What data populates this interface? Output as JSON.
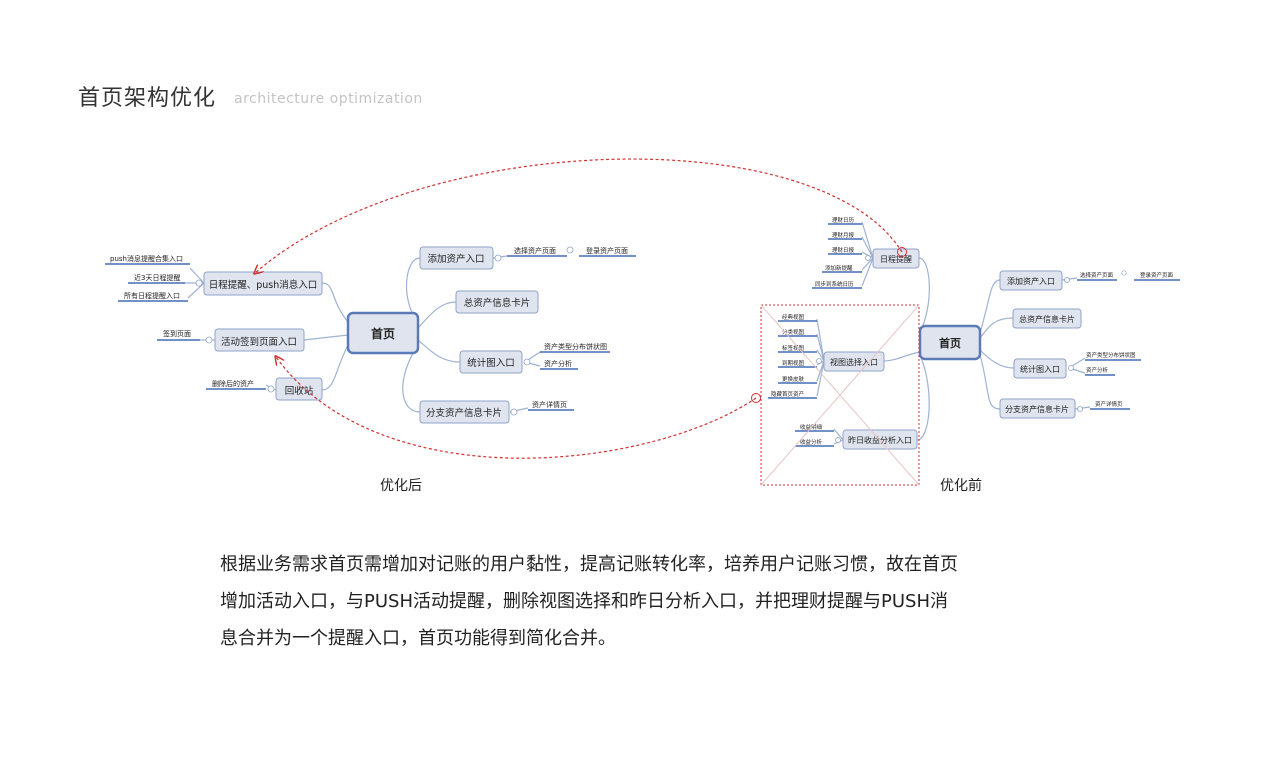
{
  "header": {
    "title": "首页架构优化",
    "subtitle": "architecture optimization"
  },
  "after": {
    "caption": "优化后",
    "root": "首页",
    "nodes": {
      "schedule": "日程提醒、push消息入口",
      "schedule_l1": "push消息提醒合集入口",
      "schedule_l2": "近3天日程提醒",
      "schedule_l3": "所有日程提醒入口",
      "checkin": "活动签到页面入口",
      "checkin_l1": "签到页面",
      "recycle": "回收站",
      "recycle_l1": "删除后的资产",
      "add_asset": "添加资产入口",
      "add_asset_l1": "选择资产页面",
      "add_asset_l2": "登录资产页面",
      "total_card": "总资产信息卡片",
      "stats": "统计图入口",
      "stats_l1": "资产类型分布饼状图",
      "stats_l2": "资产分析",
      "branch_card": "分支资产信息卡片",
      "branch_l1": "资产详情页"
    }
  },
  "before": {
    "caption": "优化前",
    "root": "首页",
    "nodes": {
      "finance": "日程提醒",
      "finance_l1": "理财日历",
      "finance_l2": "理财月报",
      "finance_l3": "理财日报",
      "finance_l4": "添加新提醒",
      "finance_l5": "同步到系统日历",
      "view": "视图选择入口",
      "view_l1": "经典视图",
      "view_l2": "分类视图",
      "view_l3": "标签视图",
      "view_l4": "到期视图",
      "view_l5": "更换皮肤",
      "view_l6": "隐藏首页资产",
      "yesterday": "昨日收益分析入口",
      "yesterday_l1": "收益明细",
      "yesterday_l2": "收益分析",
      "add_asset": "添加资产入口",
      "add_asset_l1": "选择资产页面",
      "add_asset_l2": "登录资产页面",
      "total_card": "总资产信息卡片",
      "stats": "统计图入口",
      "stats_l1": "资产类型分布饼状图",
      "stats_l2": "资产分析",
      "branch_card": "分支资产信息卡片",
      "branch_l1": "资产详情页"
    }
  },
  "description": {
    "line1": "根据业务需求首页需增加对记账的用户黏性，提高记账转化率，培养用户记账习惯，故在首页",
    "line2": "增加活动入口，与PUSH活动提醒，删除视图选择和昨日分析入口，并把理财提醒与PUSH消",
    "line3": "息合并为一个提醒入口，首页功能得到简化合并。"
  },
  "colors": {
    "node_fill": "#dfe4ef",
    "node_stroke": "#8fa3c8",
    "root_stroke": "#5a7ab8",
    "connector": "#9fb2d4",
    "leaf_underline": "#1f4fa8",
    "dashed_red": "#d32f2f"
  }
}
